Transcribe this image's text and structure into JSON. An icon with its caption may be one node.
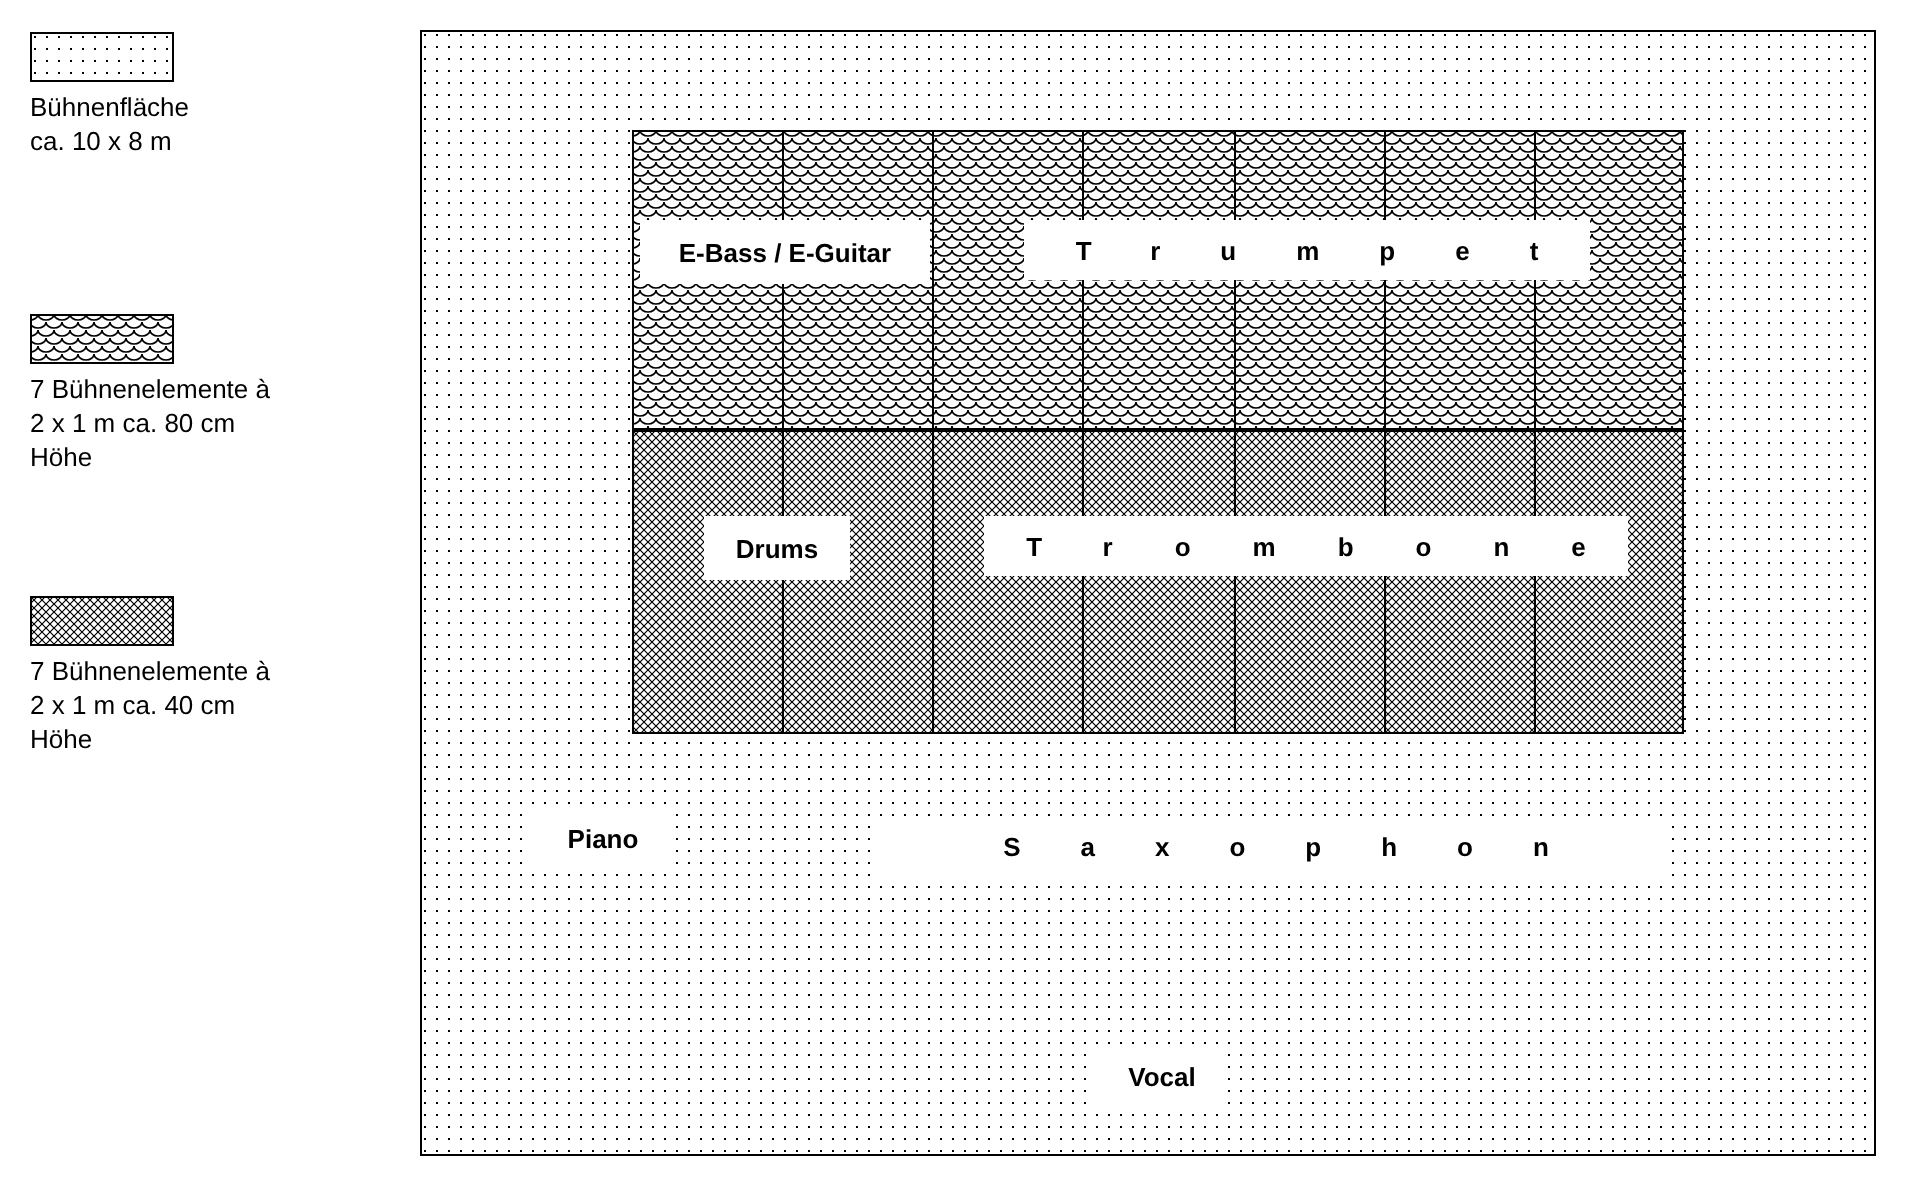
{
  "diagram": {
    "nodes": [
      {
        "text": [],
        "shape": "box"
      },
      {
        "text": [],
        "shape": "box",
        "in": 0
      },
      {
        "text": [],
        "shape": "box",
        "in": 0
      },
      {
        "text": [
          "E-Bass / E-Guitar"
        ],
        "in": 1
      },
      {
        "text": [
          "Trumpet"
        ],
        "in": 1
      },
      {
        "text": [
          "Drums"
        ],
        "in": 2
      },
      {
        "text": [
          "Trombone"
        ],
        "in": 2
      },
      {
        "text": [
          "Piano"
        ],
        "in": 0
      },
      {
        "text": [
          "Saxophon"
        ],
        "in": 0
      },
      {
        "text": [
          "Vocal"
        ],
        "in": 0
      }
    ],
    "legend": [
      {
        "text": "Bühnenfläche ca. 10 x 8 m"
      },
      {
        "text": "7 Bühnenelemente à 2 x 1 m ca. 80 cm Höhe"
      },
      {
        "text": "7 Bühnenelemente à 2 x 1 m ca. 40 cm Höhe"
      }
    ]
  }
}
